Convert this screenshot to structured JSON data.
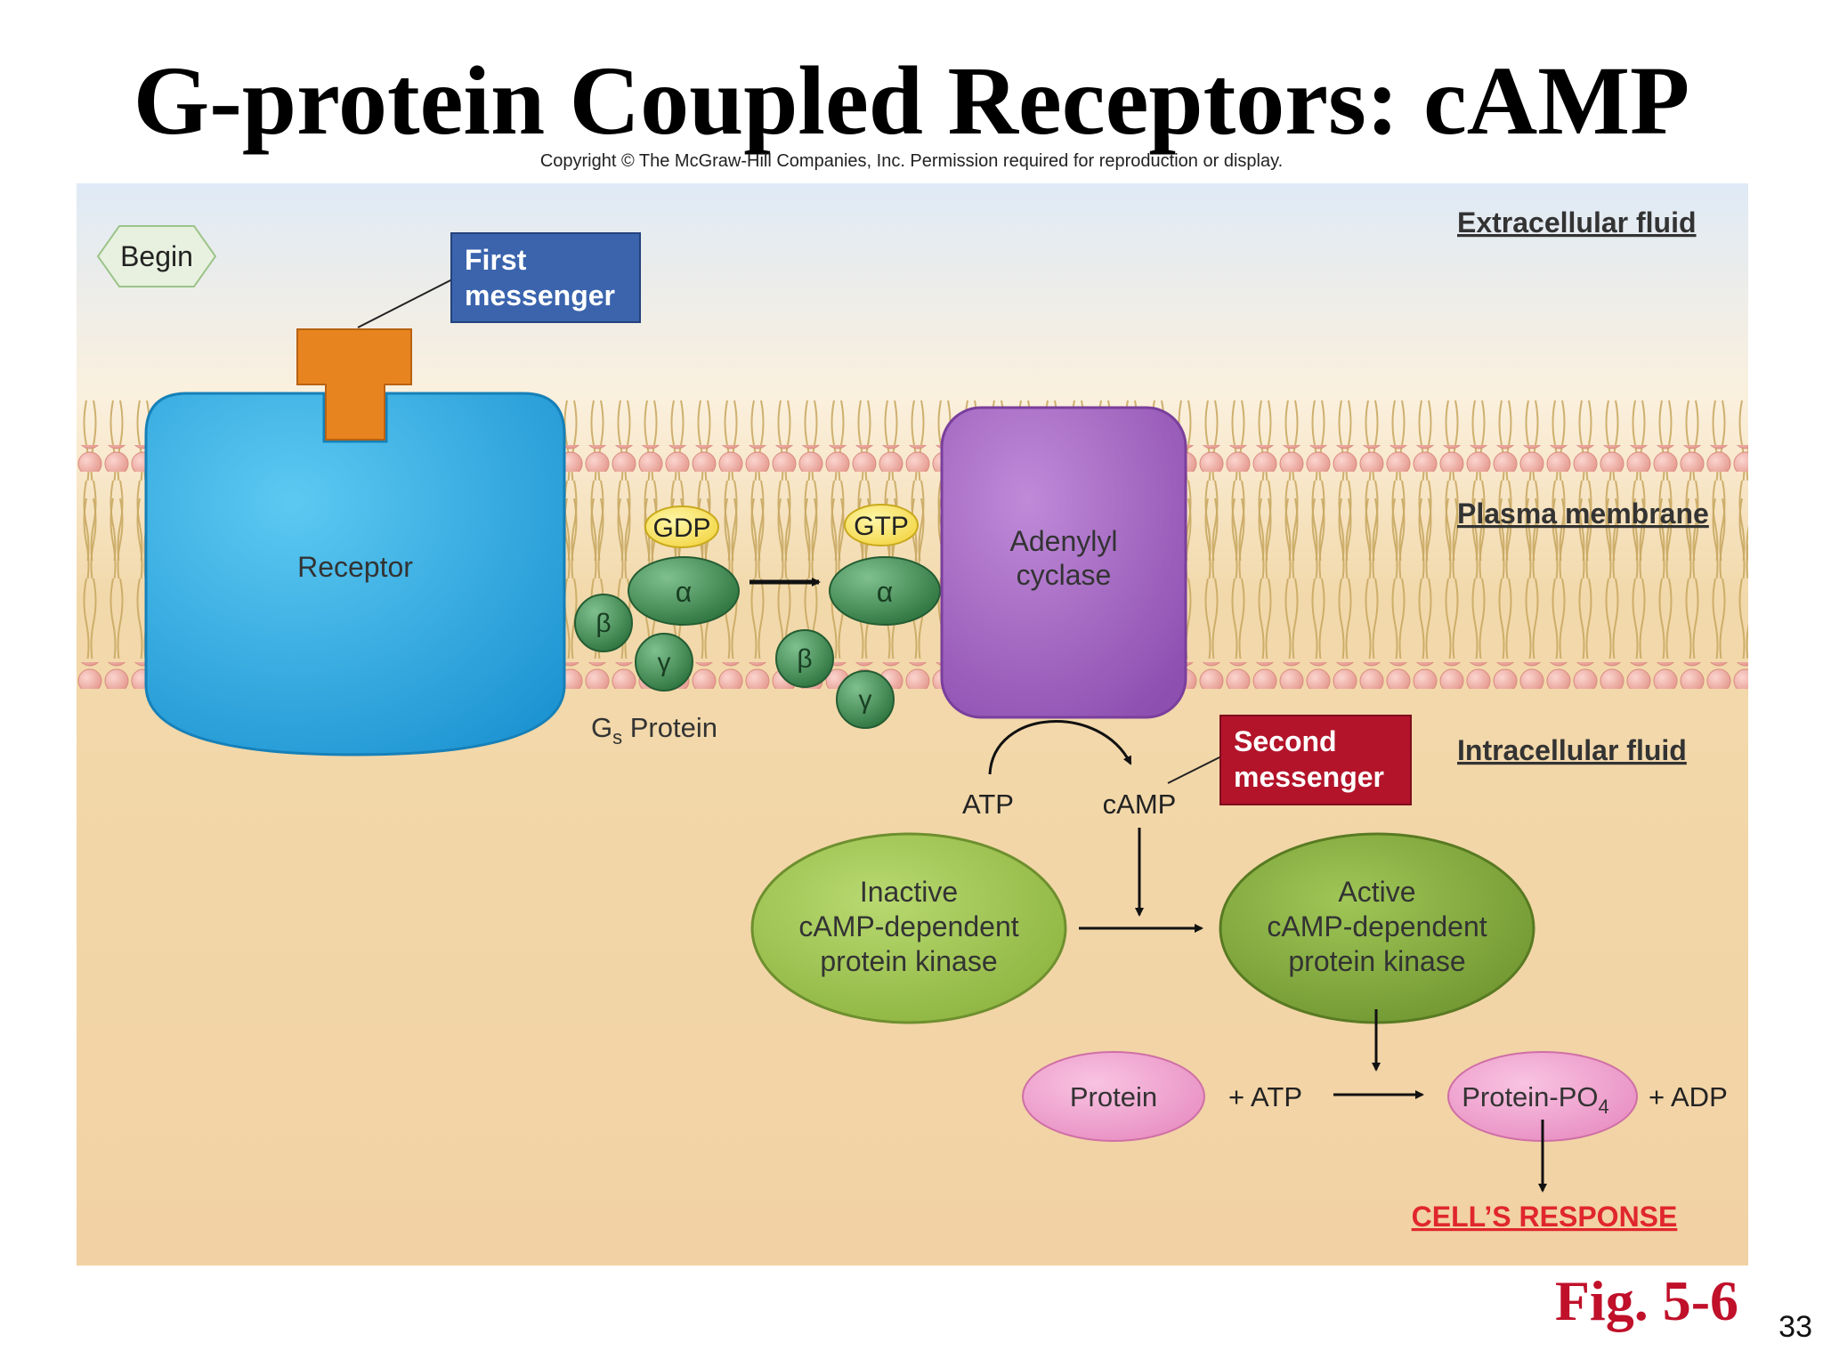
{
  "slide": {
    "title": "G-protein Coupled Receptors: cAMP",
    "copyright": "Copyright © The McGraw-Hill Companies, Inc. Permission required for reproduction or display.",
    "figure_label": "Fig. 5-6",
    "page_number": "33"
  },
  "diagram": {
    "begin": "Begin",
    "first_messenger": [
      "First",
      "messenger"
    ],
    "second_messenger": [
      "Second",
      "messenger"
    ],
    "regions": {
      "extracellular": "Extracellular fluid",
      "membrane": "Plasma membrane",
      "intracellular": "Intracellular fluid"
    },
    "receptor": "Receptor",
    "gdp": "GDP",
    "gtp": "GTP",
    "alpha": "α",
    "beta": "β",
    "gamma": "γ",
    "gs_protein": {
      "g": "G",
      "sub": "s",
      "rest": " Protein"
    },
    "adenylyl_cyclase": [
      "Adenylyl",
      "cyclase"
    ],
    "atp": "ATP",
    "camp": "cAMP",
    "inactive_kinase": [
      "Inactive",
      "cAMP-dependent",
      "protein kinase"
    ],
    "active_kinase": [
      "Active",
      "cAMP-dependent",
      "protein kinase"
    ],
    "protein": "Protein",
    "plus_atp": "+ ATP",
    "protein_po4": {
      "main": "Protein-PO",
      "sub": "4"
    },
    "plus_adp": "+ ADP",
    "cells_response": "CELL’S RESPONSE"
  },
  "colors": {
    "receptor": "#2ea8e0",
    "ligand": "#e8841f",
    "g_protein": "#3f8a4e",
    "adenylyl_cyclase": "#a467c4",
    "kinase": "#8db445",
    "protein": "#ef9fcf",
    "first_messenger_box": "#3b64ad",
    "second_messenger_box": "#b3142a",
    "cells_response": "#e0262e"
  }
}
